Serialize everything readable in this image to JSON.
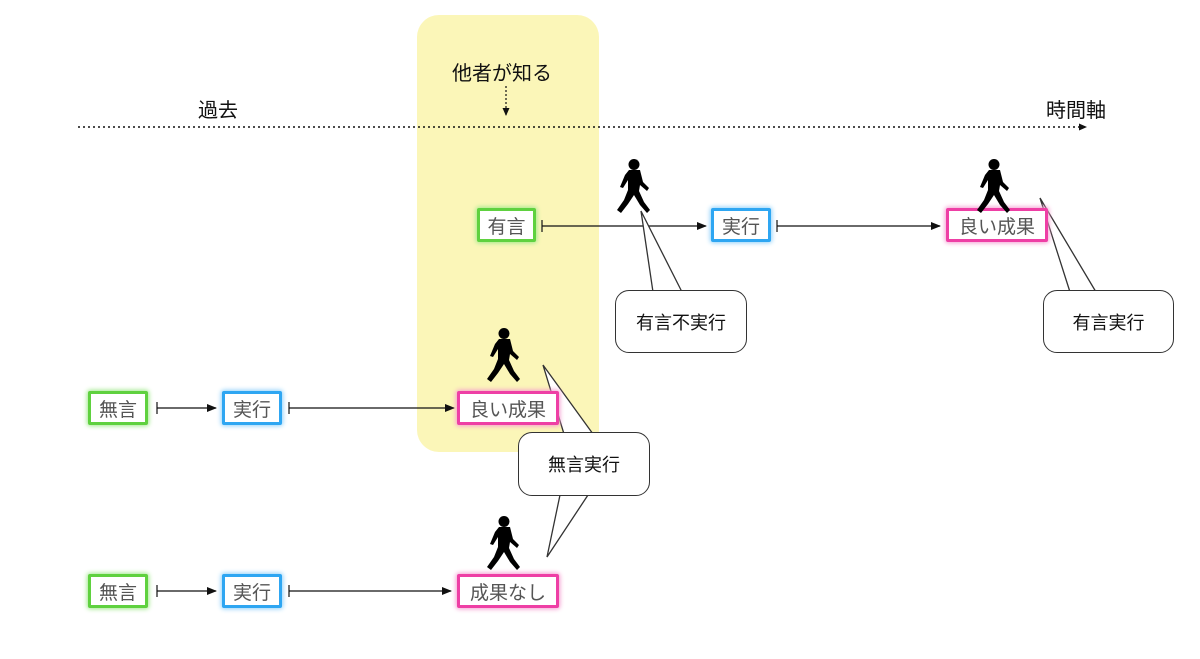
{
  "labels": {
    "past": "過去",
    "time_axis": "時間軸",
    "others_know": "他者が知る"
  },
  "rows": {
    "top": {
      "statement": "有言",
      "action": "実行",
      "result": "良い成果"
    },
    "middle": {
      "statement": "無言",
      "action": "実行",
      "result": "良い成果"
    },
    "bottom": {
      "statement": "無言",
      "action": "実行",
      "result": "成果なし"
    }
  },
  "callouts": {
    "yugen_fujikko": "有言不実行",
    "yugen_jikko": "有言実行",
    "mugen_jikko": "無言実行"
  },
  "colors": {
    "highlight": "#fbf6b8",
    "statement_border": "#5fd13f",
    "action_border": "#2ea6f2",
    "result_border": "#ee3fa5"
  }
}
